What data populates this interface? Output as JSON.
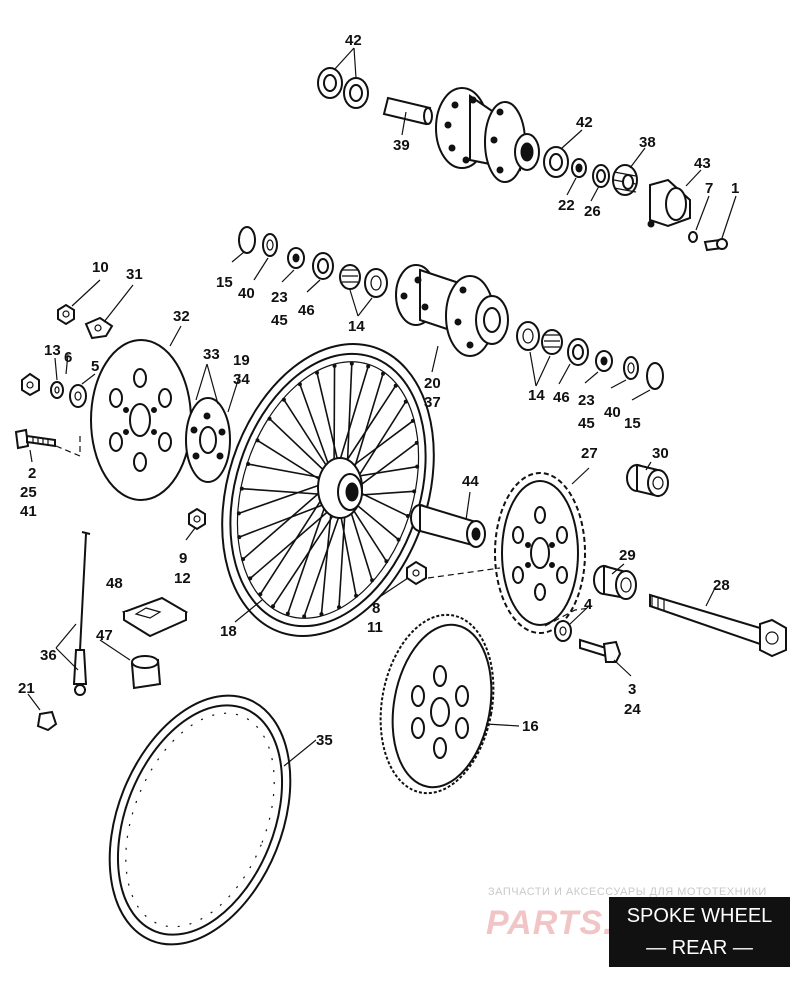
{
  "diagram": {
    "callouts": [
      {
        "id": "42a",
        "text": "42"
      },
      {
        "id": "39",
        "text": "39"
      },
      {
        "id": "42b",
        "text": "42"
      },
      {
        "id": "38",
        "text": "38"
      },
      {
        "id": "43",
        "text": "43"
      },
      {
        "id": "7",
        "text": "7"
      },
      {
        "id": "1",
        "text": "1"
      },
      {
        "id": "22",
        "text": "22"
      },
      {
        "id": "26",
        "text": "26"
      },
      {
        "id": "10",
        "text": "10"
      },
      {
        "id": "31",
        "text": "31"
      },
      {
        "id": "15a",
        "text": "15"
      },
      {
        "id": "40a",
        "text": "40"
      },
      {
        "id": "23a",
        "text": "23"
      },
      {
        "id": "45a",
        "text": "45"
      },
      {
        "id": "46a",
        "text": "46"
      },
      {
        "id": "14a",
        "text": "14"
      },
      {
        "id": "32",
        "text": "32"
      },
      {
        "id": "13",
        "text": "13"
      },
      {
        "id": "6",
        "text": "6"
      },
      {
        "id": "5",
        "text": "5"
      },
      {
        "id": "33",
        "text": "33"
      },
      {
        "id": "19",
        "text": "19"
      },
      {
        "id": "34",
        "text": "34"
      },
      {
        "id": "20",
        "text": "20"
      },
      {
        "id": "37",
        "text": "37"
      },
      {
        "id": "14b",
        "text": "14"
      },
      {
        "id": "46b",
        "text": "46"
      },
      {
        "id": "23b",
        "text": "23"
      },
      {
        "id": "45b",
        "text": "45"
      },
      {
        "id": "40b",
        "text": "40"
      },
      {
        "id": "15b",
        "text": "15"
      },
      {
        "id": "2",
        "text": "2"
      },
      {
        "id": "25",
        "text": "25"
      },
      {
        "id": "41",
        "text": "41"
      },
      {
        "id": "27",
        "text": "27"
      },
      {
        "id": "30",
        "text": "30"
      },
      {
        "id": "44",
        "text": "44"
      },
      {
        "id": "9",
        "text": "9"
      },
      {
        "id": "12",
        "text": "12"
      },
      {
        "id": "29",
        "text": "29"
      },
      {
        "id": "28",
        "text": "28"
      },
      {
        "id": "48",
        "text": "48"
      },
      {
        "id": "8",
        "text": "8"
      },
      {
        "id": "11",
        "text": "11"
      },
      {
        "id": "4",
        "text": "4"
      },
      {
        "id": "18",
        "text": "18"
      },
      {
        "id": "47",
        "text": "47"
      },
      {
        "id": "36",
        "text": "36"
      },
      {
        "id": "3",
        "text": "3"
      },
      {
        "id": "24",
        "text": "24"
      },
      {
        "id": "21",
        "text": "21"
      },
      {
        "id": "16",
        "text": "16"
      },
      {
        "id": "35",
        "text": "35"
      }
    ]
  },
  "watermark": {
    "caption": "ЗАПЧАСТИ И АКСЕССУАРЫ ДЛЯ МОТОТЕХНИКИ",
    "logo": "PARTS..RU"
  },
  "title": {
    "line1": "SPOKE WHEEL",
    "line2": "— REAR —"
  }
}
